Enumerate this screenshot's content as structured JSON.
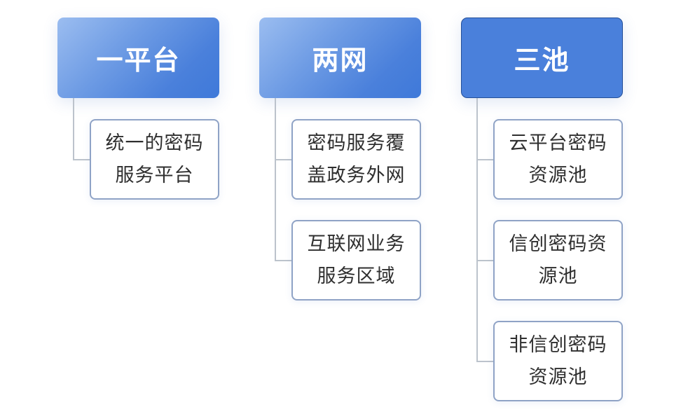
{
  "columns": [
    {
      "title": "一平台",
      "children": [
        {
          "lines": [
            "统一的密码",
            "服务平台"
          ]
        }
      ]
    },
    {
      "title": "两网",
      "children": [
        {
          "lines": [
            "密码服务覆",
            "盖政务外网"
          ]
        },
        {
          "lines": [
            "互联网业务",
            "服务区域"
          ]
        }
      ]
    },
    {
      "title": "三池",
      "children": [
        {
          "lines": [
            "云平台密码",
            "资源池"
          ]
        },
        {
          "lines": [
            "信创密码资",
            "源池"
          ]
        },
        {
          "lines": [
            "非信创密码",
            "资源池"
          ]
        }
      ]
    }
  ],
  "colors": {
    "header_gradient_light": "#9bbdf0",
    "header_gradient_dark": "#4a80db",
    "header_solid": "#4a80db",
    "header_solid_border": "#244f98",
    "child_border": "#8fa3c6",
    "connector": "#bcc3cc",
    "child_text": "#2f2f2f"
  }
}
